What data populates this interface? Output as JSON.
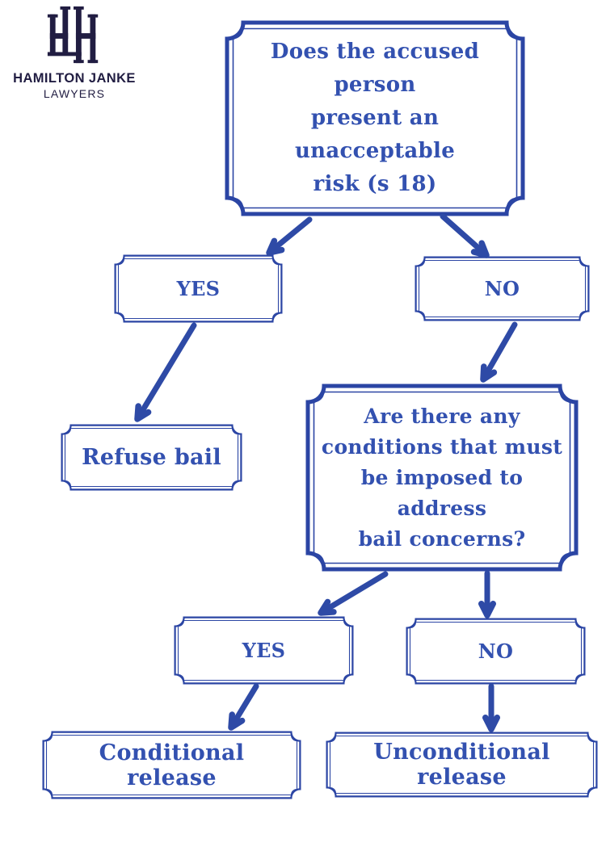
{
  "brand": {
    "name": "HAMILTON JANKE",
    "subtitle": "LAWYERS",
    "logo_color": "#211d42"
  },
  "colors": {
    "frame_blue": "#2b45a4",
    "text_blue": "#3351b0",
    "arrow_blue": "#2e4aa6",
    "background": "#ffffff"
  },
  "flowchart": {
    "nodes": [
      {
        "id": "q1",
        "type": "question",
        "text": "Does the accused person\npresent an unacceptable\nrisk (s 18)"
      },
      {
        "id": "yes1",
        "type": "answer",
        "text": "YES"
      },
      {
        "id": "no1",
        "type": "answer",
        "text": "NO"
      },
      {
        "id": "refuse",
        "type": "outcome",
        "text": "Refuse bail"
      },
      {
        "id": "q2",
        "type": "question",
        "text": "Are there any\nconditions that must\nbe imposed to address\nbail concerns?"
      },
      {
        "id": "yes2",
        "type": "answer",
        "text": "YES"
      },
      {
        "id": "no2",
        "type": "answer",
        "text": "NO"
      },
      {
        "id": "conditional",
        "type": "outcome",
        "text": "Conditional release"
      },
      {
        "id": "unconditional",
        "type": "outcome",
        "text": "Unconditional release"
      }
    ],
    "edges": [
      {
        "from": "q1",
        "to": "yes1"
      },
      {
        "from": "q1",
        "to": "no1"
      },
      {
        "from": "yes1",
        "to": "refuse"
      },
      {
        "from": "no1",
        "to": "q2"
      },
      {
        "from": "q2",
        "to": "yes2"
      },
      {
        "from": "q2",
        "to": "no2"
      },
      {
        "from": "yes2",
        "to": "conditional"
      },
      {
        "from": "no2",
        "to": "unconditional"
      }
    ]
  }
}
